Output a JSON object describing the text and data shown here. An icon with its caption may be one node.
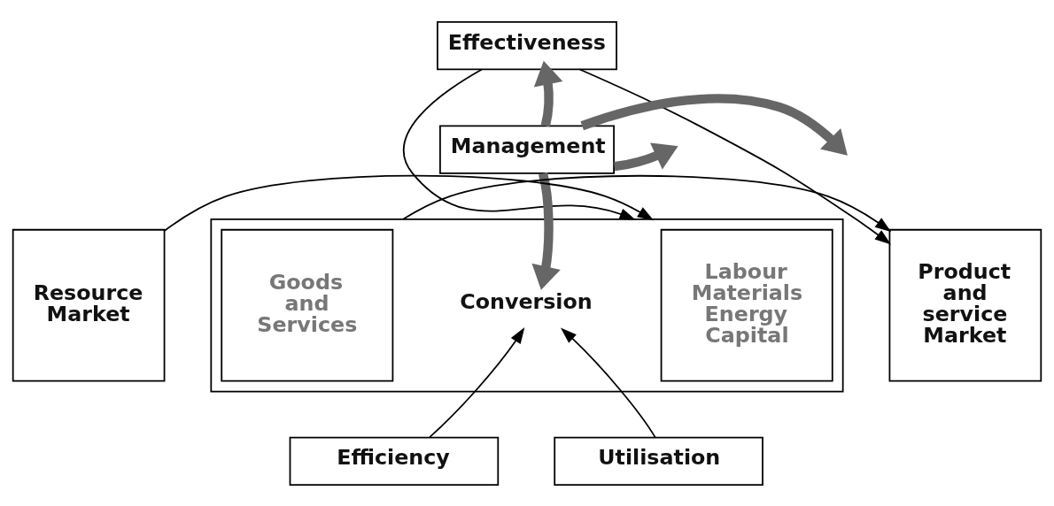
{
  "diagram": {
    "nodes": [
      {
        "text": [
          "Effectiveness"
        ]
      },
      {
        "text": [
          "Management"
        ]
      },
      {
        "text": [
          "Resource Market"
        ]
      },
      {
        "text": [],
        "shape": "box"
      },
      {
        "text": [
          "Labour Materials Energy Capital"
        ],
        "in": 3
      },
      {
        "text": [
          "Conversion"
        ],
        "in": 3
      },
      {
        "text": [
          "Goods and Services"
        ],
        "in": 3
      },
      {
        "text": [
          "Product and service Market"
        ]
      },
      {
        "text": [
          "Efficiency"
        ]
      },
      {
        "text": [
          "Utilisation"
        ]
      }
    ],
    "edges": [
      {
        "from": 1,
        "to": 0,
        "arrow": "to",
        "style": "thick",
        "color": "#666666"
      },
      {
        "from": 1,
        "to": null,
        "arrow": "to",
        "style": "thick",
        "color": "#666666"
      },
      {
        "from": 1,
        "to": null,
        "arrow": "to",
        "style": "thick",
        "color": "#666666"
      },
      {
        "from": 1,
        "to": 5,
        "arrow": "to",
        "style": "thick",
        "color": "#666666"
      },
      {
        "from": 0,
        "to": 3,
        "arrow": "to"
      },
      {
        "from": 0,
        "to": 7,
        "arrow": "to"
      },
      {
        "from": 2,
        "to": 3,
        "arrow": "to"
      },
      {
        "from": 3,
        "to": 7,
        "arrow": "to"
      },
      {
        "from": 8,
        "to": 5,
        "arrow": "to"
      },
      {
        "from": 9,
        "to": 5,
        "arrow": "to"
      }
    ]
  }
}
